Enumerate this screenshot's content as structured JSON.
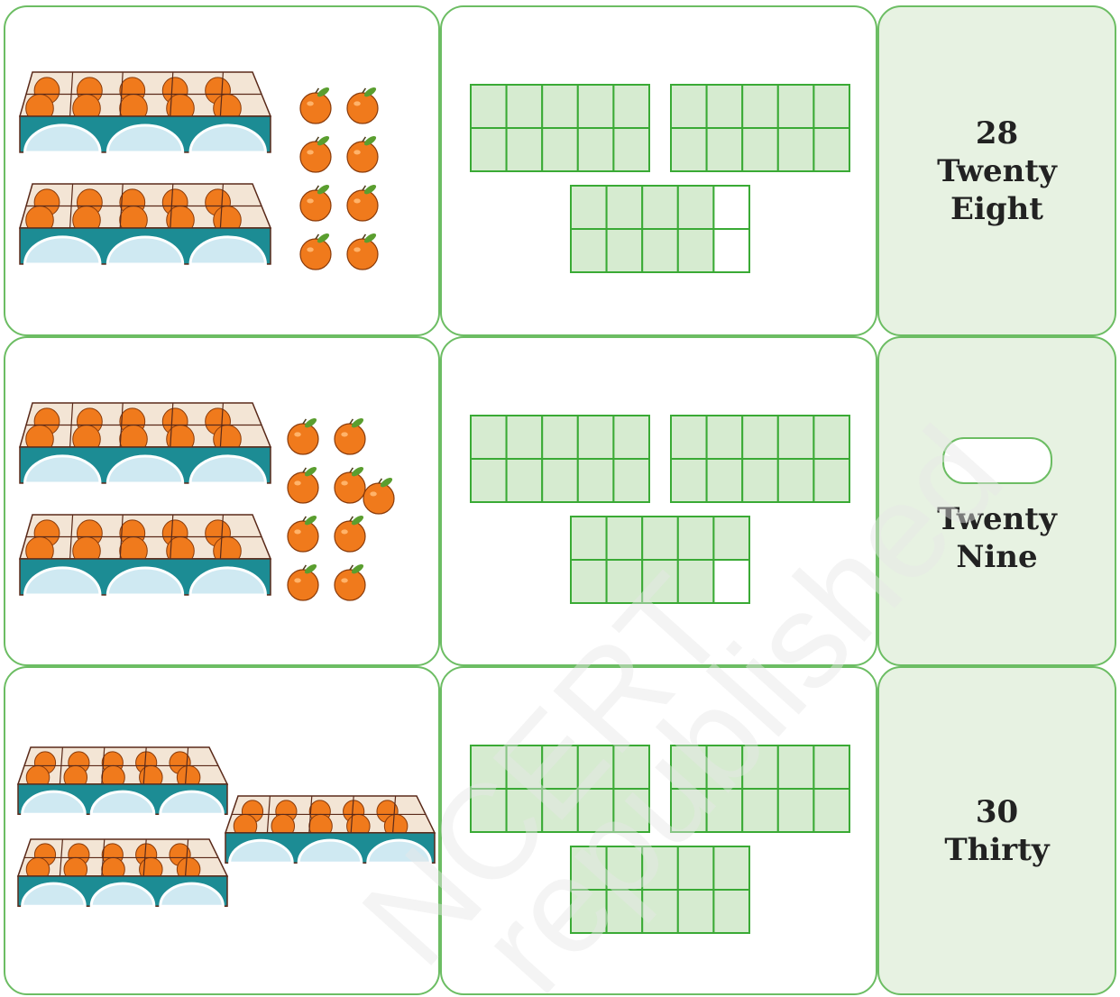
{
  "rows": [
    {
      "number": "28",
      "words": [
        "Twenty",
        "Eight"
      ],
      "crates": 2,
      "loose_oranges": 8,
      "frames": [
        10,
        10,
        8
      ]
    },
    {
      "number": "",
      "number_blank": true,
      "words": [
        "Twenty",
        "Nine"
      ],
      "crates": 2,
      "loose_oranges": 9,
      "frames": [
        10,
        10,
        9
      ]
    },
    {
      "number": "30",
      "words": [
        "Thirty"
      ],
      "crates": 3,
      "loose_oranges": 0,
      "frames": [
        10,
        10,
        10
      ]
    }
  ],
  "watermark": [
    "NCERT",
    "republished"
  ],
  "colors": {
    "card_border": "#6cbd63",
    "word_card_bg": "#e7f2e2",
    "frame_fill": "#d6ebd0",
    "frame_border": "#3aaa35",
    "orange": "#f07a1c",
    "crate_band": "#1c8c94"
  }
}
